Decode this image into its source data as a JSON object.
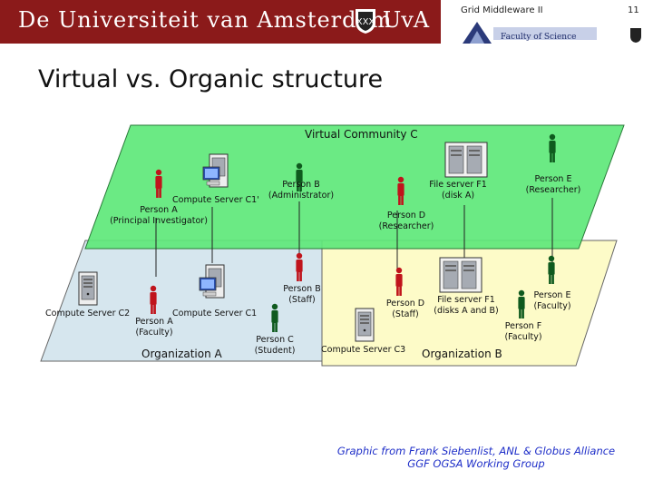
{
  "header": {
    "institution": "De Universiteit van Amsterdam",
    "institution_short": "UvA",
    "course": "Grid Middleware II",
    "slide_number": "11",
    "faculty_logo_text": "Faculty of Science"
  },
  "slide": {
    "title": "Virtual vs. Organic structure"
  },
  "diagram": {
    "virtual_community": {
      "label": "Virtual Community C",
      "color": "#5ee87a",
      "members": {
        "person_a": [
          "Person A",
          "(Principal Investigator)"
        ],
        "compute_c1": "Compute Server C1'",
        "person_b": [
          "Person B",
          "(Administrator)"
        ],
        "file_server": [
          "File server F1",
          "(disk A)"
        ],
        "person_d": [
          "Person D",
          "(Researcher)"
        ],
        "person_e": [
          "Person E",
          "(Researcher)"
        ]
      }
    },
    "organization_a": {
      "label": "Organization A",
      "color": "#d6e6ee",
      "members": {
        "compute_c2": "Compute Server C2",
        "compute_c1": "Compute Server C1",
        "person_a": [
          "Person A",
          "(Faculty)"
        ],
        "person_b": [
          "Person B",
          "(Staff)"
        ],
        "person_c": [
          "Person C",
          "(Student)"
        ]
      }
    },
    "organization_b": {
      "label": "Organization B",
      "color": "#fdfbc8",
      "members": {
        "person_d": [
          "Person D",
          "(Staff)"
        ],
        "file_server": [
          "File server F1",
          "(disks A and B)"
        ],
        "person_e": [
          "Person E",
          "(Faculty)"
        ],
        "person_f": [
          "Person F",
          "(Faculty)"
        ],
        "compute_c3": "Compute Server C3"
      }
    },
    "colors": {
      "person_red": "#c0141c",
      "person_green": "#0f5a1e",
      "server_body": "#9aa0a8"
    }
  },
  "credit": {
    "line1": "Graphic from Frank Siebenlist, ANL & Globus Alliance",
    "line2": "GGF OGSA Working Group"
  }
}
